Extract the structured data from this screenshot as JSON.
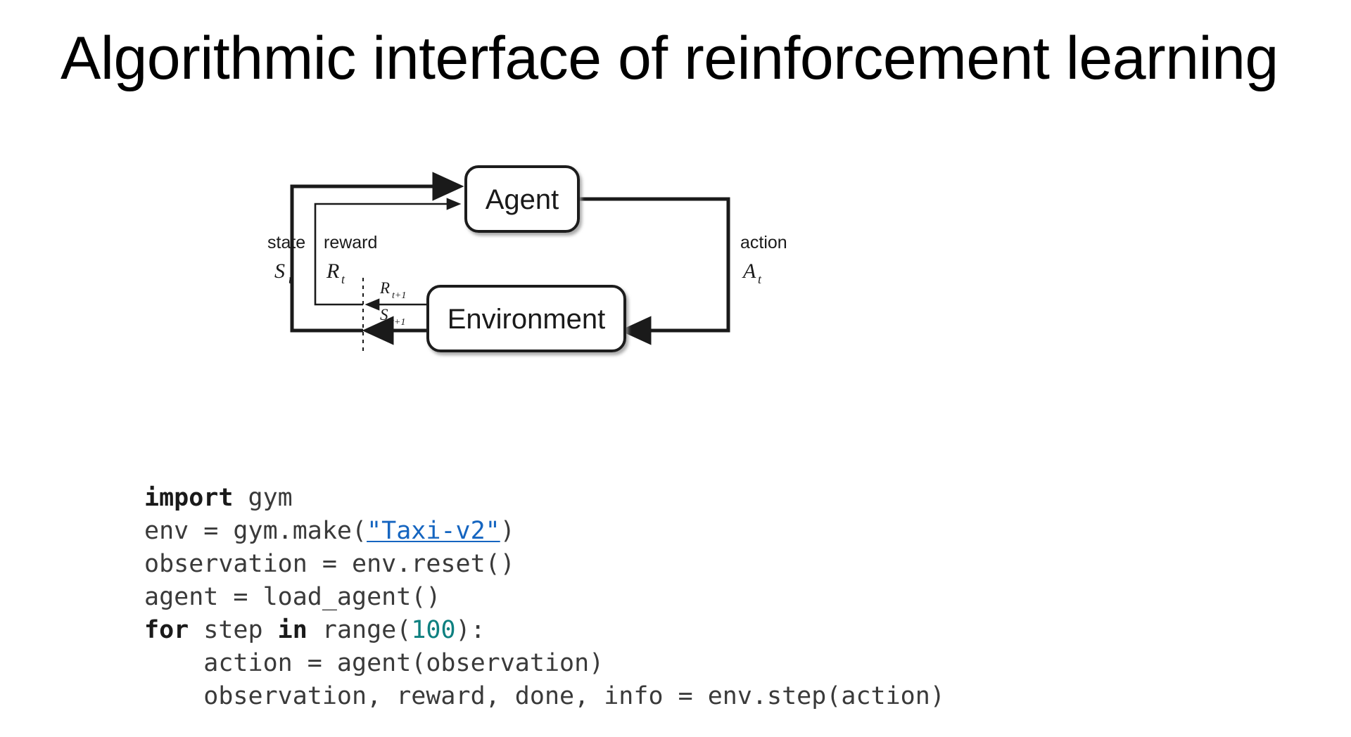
{
  "slide": {
    "title": "Algorithmic interface of reinforcement learning",
    "background_color": "#ffffff",
    "text_color": "#000000"
  },
  "diagram": {
    "name": "agent-environment-interaction-loop",
    "type": "block-diagram",
    "nodes": [
      {
        "id": "agent",
        "label": "Agent"
      },
      {
        "id": "environment",
        "label": "Environment"
      }
    ],
    "edges": [
      {
        "id": "state-to-agent",
        "from": "environment",
        "to": "agent",
        "word": "state",
        "symbol": "S",
        "subscript": "t",
        "emitted": "S",
        "emitted_sub": "t+1"
      },
      {
        "id": "reward-to-agent",
        "from": "environment",
        "to": "agent",
        "word": "reward",
        "symbol": "R",
        "subscript": "t",
        "emitted": "R",
        "emitted_sub": "t+1"
      },
      {
        "id": "action-to-env",
        "from": "agent",
        "to": "environment",
        "word": "action",
        "symbol": "A",
        "subscript": "t"
      }
    ],
    "labels": {
      "state_word": "state",
      "state_sym": "S",
      "state_sub": "t",
      "reward_word": "reward",
      "reward_sym": "R",
      "reward_sub": "t",
      "action_word": "action",
      "action_sym": "A",
      "action_sub": "t",
      "reward_next_sym": "R",
      "reward_next_sub": "t+1",
      "state_next_sym": "S",
      "state_next_sub": "t+1"
    },
    "stroke_color": "#1a1a1a",
    "fill_color": "#ffffff"
  },
  "code": {
    "language": "python",
    "keyword_color": "#1a1a1a",
    "number_color": "#0e8080",
    "link_color": "#1565c0",
    "text_color": "#3a3a3a",
    "lines": [
      {
        "id": "line-1",
        "tokens": [
          {
            "t": "import",
            "k": "kw"
          },
          {
            "t": " gym"
          }
        ]
      },
      {
        "id": "line-2",
        "tokens": [
          {
            "t": "env = gym.make("
          },
          {
            "t": "\"Taxi-v2\"",
            "k": "lnk"
          },
          {
            "t": ")"
          }
        ]
      },
      {
        "id": "line-3",
        "tokens": [
          {
            "t": "observation = env.reset()"
          }
        ]
      },
      {
        "id": "line-4",
        "tokens": [
          {
            "t": "agent = load_agent()"
          }
        ]
      },
      {
        "id": "line-5",
        "tokens": [
          {
            "t": "for",
            "k": "kw"
          },
          {
            "t": " step "
          },
          {
            "t": "in",
            "k": "kw"
          },
          {
            "t": " range("
          },
          {
            "t": "100",
            "k": "num"
          },
          {
            "t": "):"
          }
        ]
      },
      {
        "id": "line-6",
        "tokens": [
          {
            "t": "    action = agent(observation)"
          }
        ]
      },
      {
        "id": "line-7",
        "tokens": [
          {
            "t": "    observation, reward, done, info = env.step(action)"
          }
        ]
      }
    ]
  }
}
